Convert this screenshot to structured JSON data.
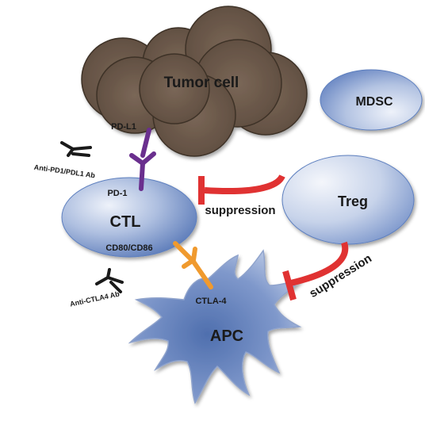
{
  "cells": {
    "tumor": "Tumor cell",
    "mdsc": "MDSC",
    "ctl": "CTL",
    "treg": "Treg",
    "apc": "APC"
  },
  "molecules": {
    "pdl1": "PD-L1",
    "pd1": "PD-1",
    "cd80_cd86": "CD80/CD86",
    "ctla4": "CTLA-4"
  },
  "antibodies": {
    "anti_pd1_pdl1": "Anti-PD1/PDL1 Ab",
    "anti_ctla4": "Anti-CTLA4 Ab"
  },
  "arrows": {
    "suppression_ctl": "suppression",
    "suppression_apc": "suppression"
  },
  "colors": {
    "tumor": "#6b584a",
    "cell_blue": "#5d7fbf",
    "purple": "#6a2f8e",
    "orange": "#f09a2e",
    "red": "#e03232"
  }
}
